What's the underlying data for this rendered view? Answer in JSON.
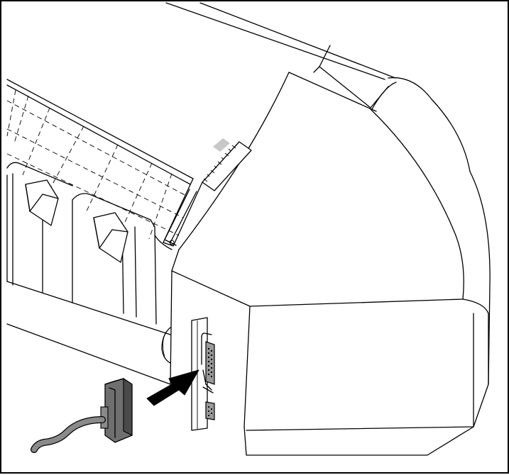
{
  "figure": {
    "subject": "printer-rear-parallel-interface",
    "colors": {
      "line": "#000000",
      "background": "#ffffff",
      "connector_fill": "#6f6f6f",
      "connector_shade": "#4a4a4a",
      "cable_fill": "#8a8a8a",
      "port_fill": "#9a9a9a",
      "scale_highlight": "#c8c8c8"
    },
    "icons": {
      "arrow": "insert-direction-arrow",
      "connector": "parallel-cable-connector",
      "port": "parallel-interface-port",
      "serial_port": "serial-port"
    }
  }
}
